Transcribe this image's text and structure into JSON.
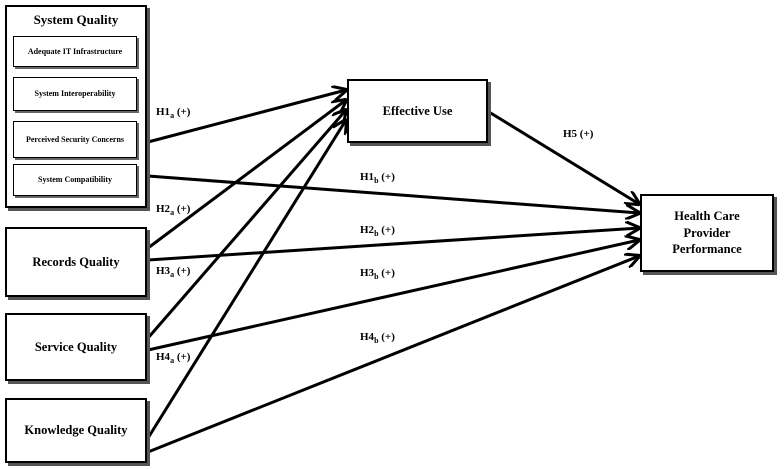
{
  "system_quality": {
    "title": "System Quality",
    "items": [
      "Adequate IT Infrastructure",
      "System Interoperability",
      "Perceived Security Concerns",
      "System Compatibility"
    ]
  },
  "constructs": {
    "records": "Records Quality",
    "service": "Service Quality",
    "knowledge": "Knowledge Quality",
    "effective_use": "Effective Use",
    "performance": "Health Care Provider Performance"
  },
  "paths": {
    "h1a": {
      "base": "H1",
      "sub": "a",
      "sign": " (+)"
    },
    "h2a": {
      "base": "H2",
      "sub": "a",
      "sign": " (+)"
    },
    "h3a": {
      "base": "H3",
      "sub": "a",
      "sign": " (+)"
    },
    "h4a": {
      "base": "H4",
      "sub": "a",
      "sign": " (+)"
    },
    "h1b": {
      "base": "H1",
      "sub": "b",
      "sign": " (+)"
    },
    "h2b": {
      "base": "H2",
      "sub": "b",
      "sign": " (+)"
    },
    "h3b": {
      "base": "H3",
      "sub": "b",
      "sign": " (+)"
    },
    "h4b": {
      "base": "H4",
      "sub": "b",
      "sign": " (+)"
    },
    "h5": {
      "label": "H5 (+)"
    }
  }
}
